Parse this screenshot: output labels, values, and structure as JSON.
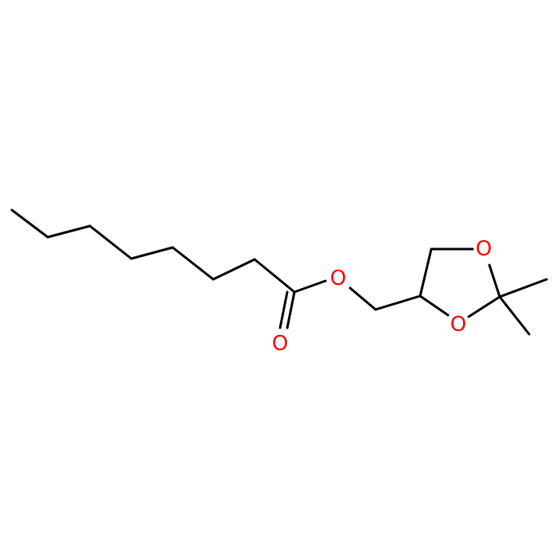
{
  "molecule": {
    "atom_labels": {
      "ester_carbonyl_oxygen": "O",
      "ester_ether_oxygen": "O",
      "ring_oxygen_top": "O",
      "ring_oxygen_bottom": "O"
    },
    "colors": {
      "bond": "#000000",
      "oxygen": "#ff0000",
      "background": "#ffffff"
    }
  }
}
